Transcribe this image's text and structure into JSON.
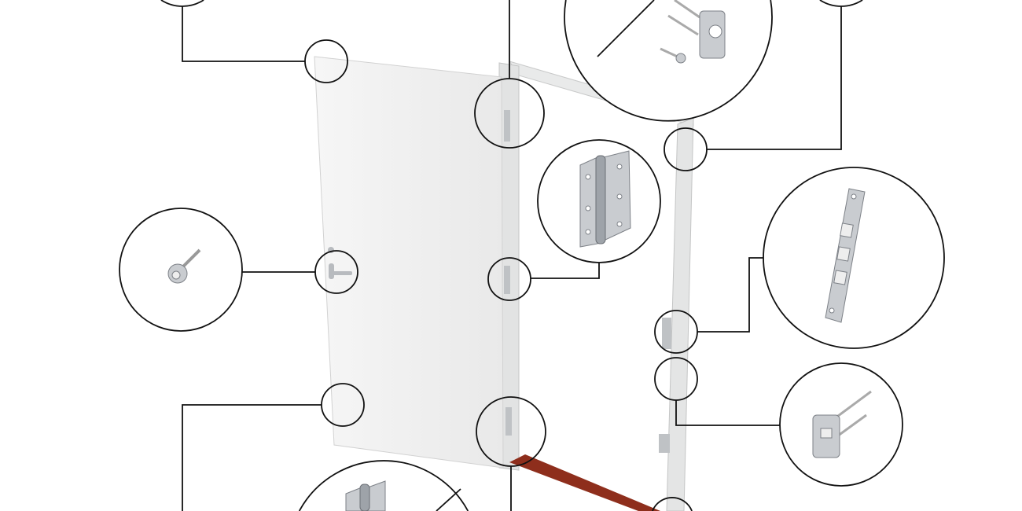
{
  "diagram": {
    "subject": "door",
    "colors": {
      "background": "#ffffff",
      "door_leaf": "#f1f1f1",
      "frame": "#e4e5e5",
      "threshold": "#8e2e1c",
      "callout_line": "#111111",
      "hardware": "#c9ccd0"
    },
    "callouts": [
      {
        "id": "door-top-corner"
      },
      {
        "id": "frame-top-hinge"
      },
      {
        "id": "security-pin-detail"
      },
      {
        "id": "frame-corner"
      },
      {
        "id": "hinge-detail"
      },
      {
        "id": "handle-knob-detail"
      },
      {
        "id": "lock-faceplate-detail"
      },
      {
        "id": "strike-plate-detail"
      },
      {
        "id": "door-bottom-corner"
      },
      {
        "id": "bottom-hinge-detail"
      },
      {
        "id": "threshold-detail"
      }
    ]
  }
}
